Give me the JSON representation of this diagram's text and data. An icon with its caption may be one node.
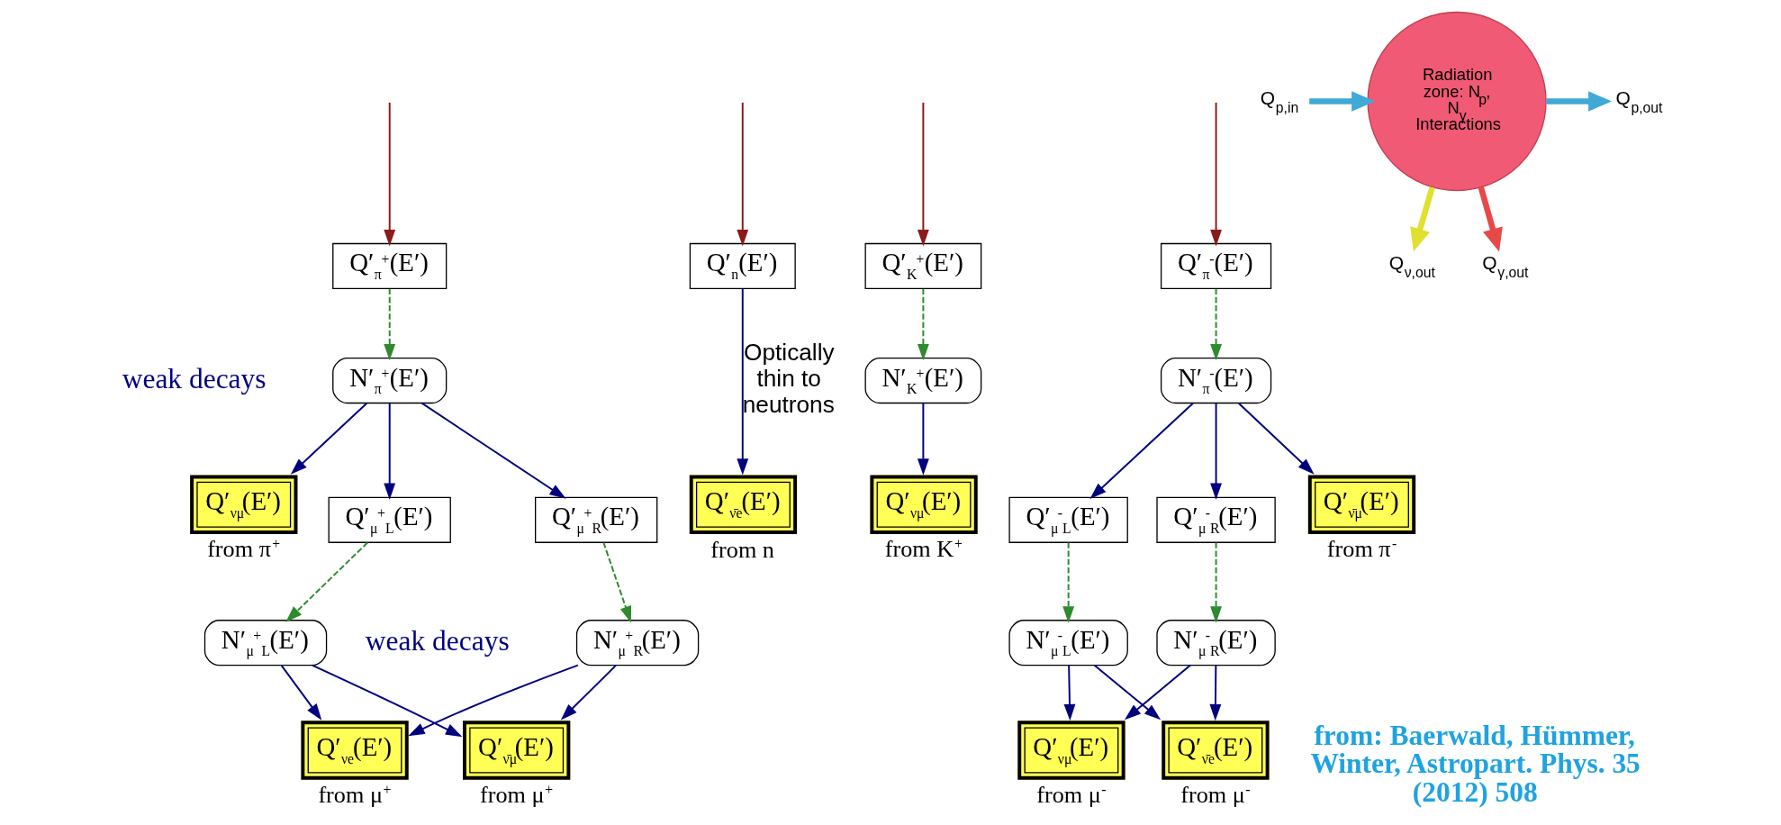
{
  "diagram": {
    "nodes": [
      {
        "text": [
          "Q′$_{π}$$^{+}$(E′)"
        ]
      },
      {
        "text": [
          "Q′$_{n}$(E′)"
        ]
      },
      {
        "text": [
          "Q′$_{K}$$^{+}$(E′)"
        ]
      },
      {
        "text": [
          "Q′$_{π}$$^{-}$(E′)"
        ]
      },
      {
        "text": [
          "N′$_{π}$$^{+}$(E′)"
        ]
      },
      {
        "text": [
          "N′$_{K}$$^{+}$(E′)"
        ]
      },
      {
        "text": [
          "N′$_{π}$$^{-}$(E′)"
        ]
      },
      {
        "text": [
          "Q′$_{νμ}$(E′)"
        ],
        "beside": [
          "from π$^{+}$"
        ]
      },
      {
        "text": [
          "Q′$_{μ}$$^{+}$$_{R}$(E′)"
        ]
      },
      {
        "text": [
          "Q′$_{μ}$$^{+}$$_{L}$(E′)"
        ]
      },
      {
        "text": [
          "Q′$_{ν̄e}$(E′)"
        ],
        "beside": [
          "from n"
        ]
      },
      {
        "text": [
          "Q′$_{νμ}$(E′)"
        ],
        "beside": [
          "from K$^{+}$"
        ]
      },
      {
        "text": [
          "Q′$_{μ}$$^{-}$$_{L}$(E′)"
        ]
      },
      {
        "text": [
          "Q′$_{μ}$$^{-}$$_{R}$(E′)"
        ]
      },
      {
        "text": [
          "Q′$_{ν̄μ}$(E′)"
        ],
        "beside": [
          "from π$^{-}$"
        ]
      },
      {
        "text": [
          "N′$_{μ}$$^{+}$$_{R}$(E′)"
        ]
      },
      {
        "text": [
          "N′$_{μ}$$^{+}$$_{L}$(E′)"
        ]
      },
      {
        "text": [
          "N′$_{μ}$$^{-}$$_{L}$(E′)"
        ]
      },
      {
        "text": [
          "N′$_{μ}$$^{-}$$_{R}$(E′)"
        ]
      },
      {
        "text": [
          "Q′$_{νe}$(E′)"
        ],
        "beside": [
          "from μ$^{+}$"
        ]
      },
      {
        "text": [
          "Q′$_{ν̄μ}$(E′)"
        ],
        "beside": [
          "from μ$^{+}$"
        ]
      },
      {
        "text": [
          "Q′$_{νμ}$(E′)"
        ],
        "beside": [
          "from μ$^{-}$"
        ]
      },
      {
        "text": [
          "Q′$_{ν̄e}$(E′)"
        ],
        "beside": [
          "from μ$^{-}$"
        ]
      },
      {
        "text": [
          "Radiation zone: N$_{p}$, N$_{γ}$ Interactions"
        ]
      },
      {
        "text": [
          "Q$_{p,in}$"
        ]
      },
      {
        "text": [
          "Q$_{p,out}$"
        ]
      },
      {
        "text": [
          "Q$_{ν,out}$"
        ]
      },
      {
        "text": [
          "Q$_{γ,out}$"
        ]
      }
    ],
    "edges": [
      {
        "from": null,
        "to": 0,
        "arrow": "to",
        "color": "#8b1a1a"
      },
      {
        "from": null,
        "to": 1,
        "arrow": "to",
        "color": "#8b1a1a"
      },
      {
        "from": null,
        "to": 2,
        "arrow": "to",
        "color": "#8b1a1a"
      },
      {
        "from": null,
        "to": 3,
        "arrow": "to",
        "color": "#8b1a1a"
      },
      {
        "from": 0,
        "to": 4,
        "arrow": "to",
        "style": "dashed",
        "color": "#2e8b2e"
      },
      {
        "from": 2,
        "to": 5,
        "arrow": "to",
        "style": "dashed",
        "color": "#2e8b2e"
      },
      {
        "from": 3,
        "to": 6,
        "arrow": "to",
        "style": "dashed",
        "color": "#2e8b2e"
      },
      {
        "from": 4,
        "to": 7,
        "arrow": "to"
      },
      {
        "from": 4,
        "to": 8,
        "arrow": "to"
      },
      {
        "from": 4,
        "to": 9,
        "arrow": "to"
      },
      {
        "from": 1,
        "to": 10,
        "arrow": "to",
        "label": "Optically thin to neutrons"
      },
      {
        "from": 5,
        "to": 11,
        "arrow": "to"
      },
      {
        "from": 6,
        "to": 12,
        "arrow": "to"
      },
      {
        "from": 6,
        "to": 13,
        "arrow": "to"
      },
      {
        "from": 6,
        "to": 14,
        "arrow": "to"
      },
      {
        "from": 8,
        "to": 15,
        "arrow": "to",
        "style": "dashed",
        "color": "#2e8b2e"
      },
      {
        "from": 9,
        "to": 16,
        "arrow": "to",
        "style": "dashed",
        "color": "#2e8b2e"
      },
      {
        "from": 12,
        "to": 17,
        "arrow": "to",
        "style": "dashed",
        "color": "#2e8b2e"
      },
      {
        "from": 13,
        "to": 18,
        "arrow": "to",
        "style": "dashed",
        "color": "#2e8b2e"
      },
      {
        "from": 15,
        "to": 19,
        "arrow": "to"
      },
      {
        "from": 15,
        "to": 20,
        "arrow": "to"
      },
      {
        "from": 16,
        "to": 19,
        "arrow": "to"
      },
      {
        "from": 16,
        "to": 20,
        "arrow": "to"
      },
      {
        "from": 17,
        "to": 21,
        "arrow": "to"
      },
      {
        "from": 17,
        "to": 22,
        "arrow": "to"
      },
      {
        "from": 18,
        "to": 21,
        "arrow": "to"
      },
      {
        "from": 18,
        "to": 22,
        "arrow": "to"
      },
      {
        "from": 24,
        "to": 23,
        "arrow": "to",
        "style": "thick",
        "color": "#3fa9d8"
      },
      {
        "from": 23,
        "to": 25,
        "arrow": "to",
        "style": "thick",
        "color": "#3fa9d8"
      },
      {
        "from": 23,
        "to": 26,
        "arrow": "to",
        "style": "thick",
        "color": "#e0e030"
      },
      {
        "from": 23,
        "to": 27,
        "arrow": "to",
        "style": "thick",
        "color": "#e84848"
      }
    ],
    "labels": [
      "weak decays",
      "weak decays",
      "from: Baerwald, Hümmer, Winter, Astropart. Phys. 35 (2012) 508"
    ]
  }
}
